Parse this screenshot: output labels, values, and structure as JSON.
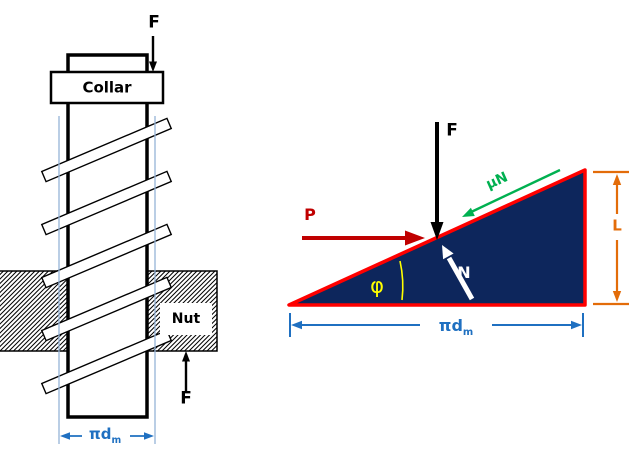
{
  "colors": {
    "triangle_fill": "#0D265C",
    "triangle_outline": "#FF0000",
    "effort_arrow": "#C00000",
    "friction_arrow": "#00B050",
    "angle_arc": "#FFFF00",
    "dimension_blue": "#1F70C1",
    "extension_line": "#95B3D7",
    "lead_dimension_orange": "#E36C09",
    "ink": "#000000"
  },
  "screw_figure": {
    "load_top_label": "F",
    "collar_label": "Collar",
    "nut_label": "Nut",
    "load_bottom_label": "F",
    "diameter_dim": {
      "pi": "π",
      "d": "d",
      "sub": "m"
    }
  },
  "incline_figure": {
    "load_label": "F",
    "effort_label": "P",
    "friction_label": "μN",
    "normal_label": "N",
    "lead_angle_label": "φ",
    "lead_label": "L",
    "circumference_dim": {
      "pi": "π",
      "d": "d",
      "sub": "m"
    }
  }
}
